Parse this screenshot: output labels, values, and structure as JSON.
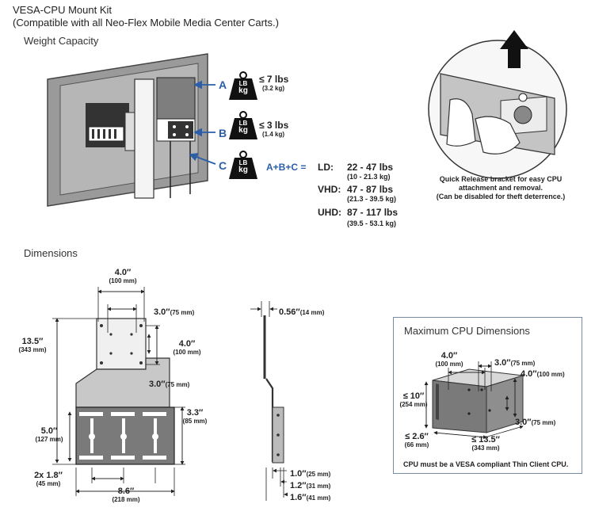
{
  "header": {
    "title": "VESA-CPU Mount Kit",
    "subtitle": "(Compatible with all Neo-Flex Mobile Media Center Carts.)",
    "weight_section": "Weight Capacity",
    "dimensions_section": "Dimensions"
  },
  "weight": {
    "a_letter": "A",
    "a_main": "≤ 7 lbs",
    "a_sub": "(3.2 kg)",
    "b_letter": "B",
    "b_main": "≤ 3 lbs",
    "b_sub": "(1.4 kg)",
    "c_letter": "C",
    "weight_icon_top": "LB",
    "weight_icon_bottom": "kg",
    "sum_label": "A+B+C =",
    "ld_label": "LD:",
    "ld_main": "22 - 47 lbs",
    "ld_sub": "(10 - 21.3 kg)",
    "vhd_label": "VHD:",
    "vhd_main": "47 - 87 lbs",
    "vhd_sub": "(21.3 - 39.5 kg)",
    "uhd_label": "UHD:",
    "uhd_main": "87 - 117 lbs",
    "uhd_sub": "(39.5 - 53.1 kg)"
  },
  "release": {
    "line1": "Quick Release bracket for easy CPU",
    "line2": "attachment and removal.",
    "line3": "(Can be disabled for theft deterrence.)"
  },
  "front_dims": {
    "w40": "4.0″",
    "w40_mm": "(100 mm)",
    "w30": "3.0″",
    "w30_mm": "(75 mm)",
    "h40": "4.0″",
    "h40_mm": "(100 mm)",
    "h30": "3.0″",
    "h30_mm": "(75 mm)",
    "h135": "13.5″",
    "h135_mm": "(343 mm)",
    "h33": "3.3″",
    "h33_mm": "(85 mm)",
    "h50": "5.0″",
    "h50_mm": "(127 mm)",
    "w18": "2x 1.8″",
    "w18_mm": "(45 mm)",
    "w86": "8.6″",
    "w86_mm": "(218 mm)"
  },
  "side_dims": {
    "d056": "0.56″",
    "d056_mm": "(14 mm)",
    "d10": "1.0″",
    "d10_mm": "(25 mm)",
    "d12": "1.2″",
    "d12_mm": "(31 mm)",
    "d16": "1.6″",
    "d16_mm": "(41 mm)"
  },
  "cpu_box": {
    "title": "Maximum CPU Dimensions",
    "w40": "4.0″",
    "w40_mm": "(100 mm)",
    "w30": "3.0″",
    "w30_mm": "(75 mm)",
    "h40": "4.0″",
    "h40_mm": "(100 mm)",
    "h10": "≤ 10″",
    "h10_mm": "(254 mm)",
    "h30": "3.0″",
    "h30_mm": "(75 mm)",
    "d26": "≤ 2.6″",
    "d26_mm": "(66 mm)",
    "w135": "≤ 13.5″",
    "w135_mm": "(343 mm)",
    "note": "CPU must be a VESA compliant Thin Client CPU."
  }
}
